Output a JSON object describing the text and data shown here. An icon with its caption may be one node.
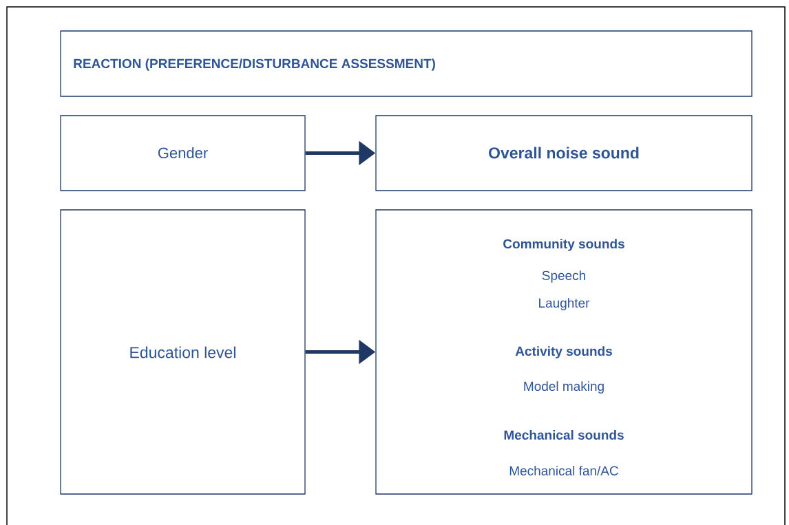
{
  "diagram": {
    "nodes": [
      {
        "text": [
          "REACTION (PREFERENCE/DISTURBANCE ASSESSMENT)"
        ]
      },
      {
        "text": [
          "Gender"
        ]
      },
      {
        "text": [
          "Overall noise sound"
        ]
      },
      {
        "text": [
          "Education level"
        ]
      },
      {
        "text": [
          "Community sounds",
          "Speech",
          "Laughter",
          "Activity sounds",
          "Model making",
          "Mechanical sounds",
          "Mechanical fan/AC"
        ]
      }
    ],
    "edges": [
      {
        "from": 1,
        "to": 2,
        "arrow": "to"
      },
      {
        "from": 3,
        "to": 4,
        "arrow": "to"
      }
    ]
  }
}
